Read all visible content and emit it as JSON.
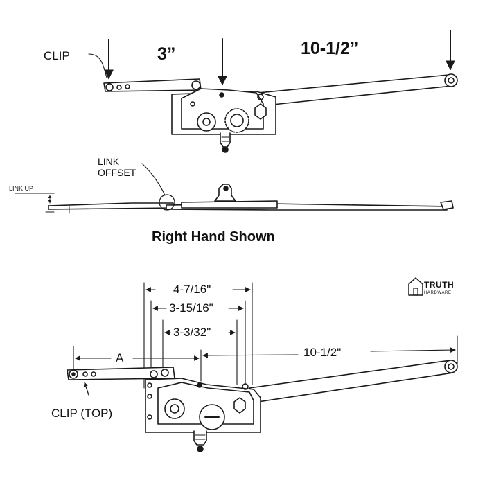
{
  "top_view": {
    "clip_label": "CLIP",
    "dim_short": "3”",
    "dim_long": "10-1/2”"
  },
  "side_view": {
    "link_offset_line1": "LINK",
    "link_offset_line2": "OFFSET",
    "link_up": "LINK UP"
  },
  "caption": "Right Hand Shown",
  "bottom_view": {
    "dim_outer": "4-7/16\"",
    "dim_mid": "3-15/16\"",
    "dim_inner": "3-3/32\"",
    "dim_a": "A",
    "dim_long": "10-1/2\"",
    "clip_label": "CLIP (TOP)"
  },
  "logo": {
    "brand": "TRUTH",
    "sub": "HARDWARE"
  },
  "colors": {
    "line": "#1a1a1a",
    "fill": "#ffffff",
    "shade": "#cfcfcf"
  }
}
